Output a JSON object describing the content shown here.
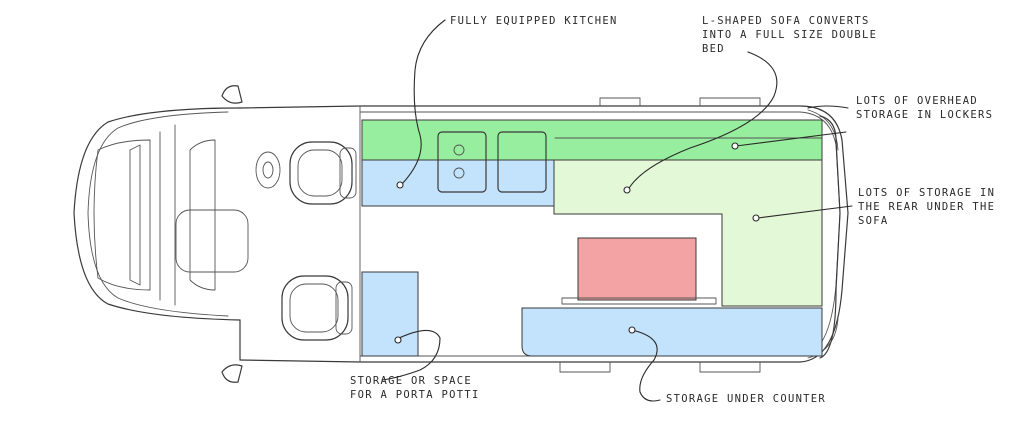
{
  "labels": {
    "kitchen": "Fully equipped kitchen",
    "sofa_line1": "L-shaped sofa converts",
    "sofa_line2": "into a full size double",
    "sofa_line3": "bed",
    "overhead_line1": "Lots of overhead",
    "overhead_line2": "storage in lockers",
    "rear_line1": "Lots of storage in",
    "rear_line2": "the rear under the",
    "rear_line3": "sofa",
    "potti_line1": "Storage or space",
    "potti_line2": "for a porta potti",
    "counter": "Storage under counter"
  },
  "colors": {
    "overhead_lockers": "#98ee9f",
    "sofa": "#e2f8d6",
    "storage_blue": "#c3e2fb",
    "table": "#f3a3a3",
    "ink": "#3a3a3a"
  }
}
